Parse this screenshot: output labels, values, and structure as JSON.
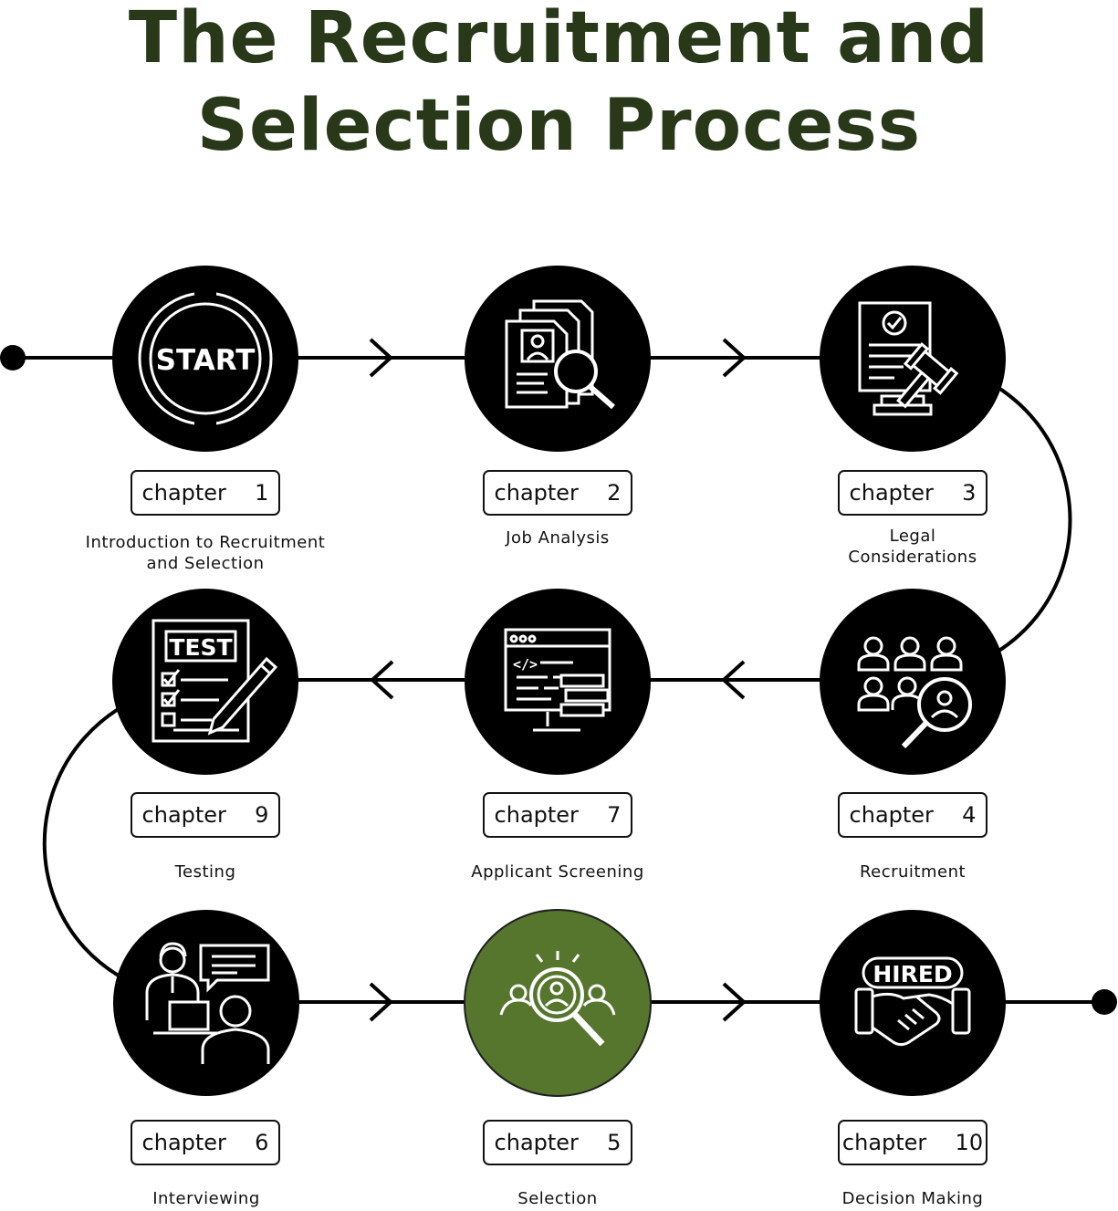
{
  "title_line1": "The Recruitment and",
  "title_line2": "Selection Process",
  "colors": {
    "title": "#283818",
    "node": "#000000",
    "highlight": "#56762e",
    "line": "#000000"
  },
  "steps": [
    {
      "id": "start",
      "chapter": "chapter  1",
      "label_line1": "Introduction to Recruitment",
      "label_line2": "and Selection",
      "icon": "start-badge-icon",
      "icon_text": "START"
    },
    {
      "id": "job-analysis",
      "chapter": "chapter  2",
      "label_line1": "Job Analysis",
      "label_line2": "",
      "icon": "documents-magnifier-icon"
    },
    {
      "id": "legal",
      "chapter": "chapter  3",
      "label_line1": "Legal",
      "label_line2": "Considerations",
      "icon": "contract-gavel-icon"
    },
    {
      "id": "recruitment",
      "chapter": "chapter  4",
      "label_line1": "Recruitment",
      "label_line2": "",
      "icon": "people-search-icon"
    },
    {
      "id": "screening",
      "chapter": "chapter  7",
      "label_line1": "Applicant Screening",
      "label_line2": "",
      "icon": "code-screen-icon"
    },
    {
      "id": "testing",
      "chapter": "chapter  9",
      "label_line1": "Testing",
      "label_line2": "",
      "icon": "test-checklist-icon",
      "icon_text": "TEST"
    },
    {
      "id": "interviewing",
      "chapter": "chapter  6",
      "label_line1": "Interviewing",
      "label_line2": "",
      "icon": "interview-icon"
    },
    {
      "id": "selection",
      "chapter": "chapter  5",
      "label_line1": "Selection",
      "label_line2": "",
      "icon": "candidate-search-icon",
      "highlight": true
    },
    {
      "id": "decision",
      "chapter": "chapter  10",
      "label_line1": "Decision Making",
      "label_line2": "",
      "icon": "hired-handshake-icon",
      "icon_text": "HIRED"
    }
  ]
}
